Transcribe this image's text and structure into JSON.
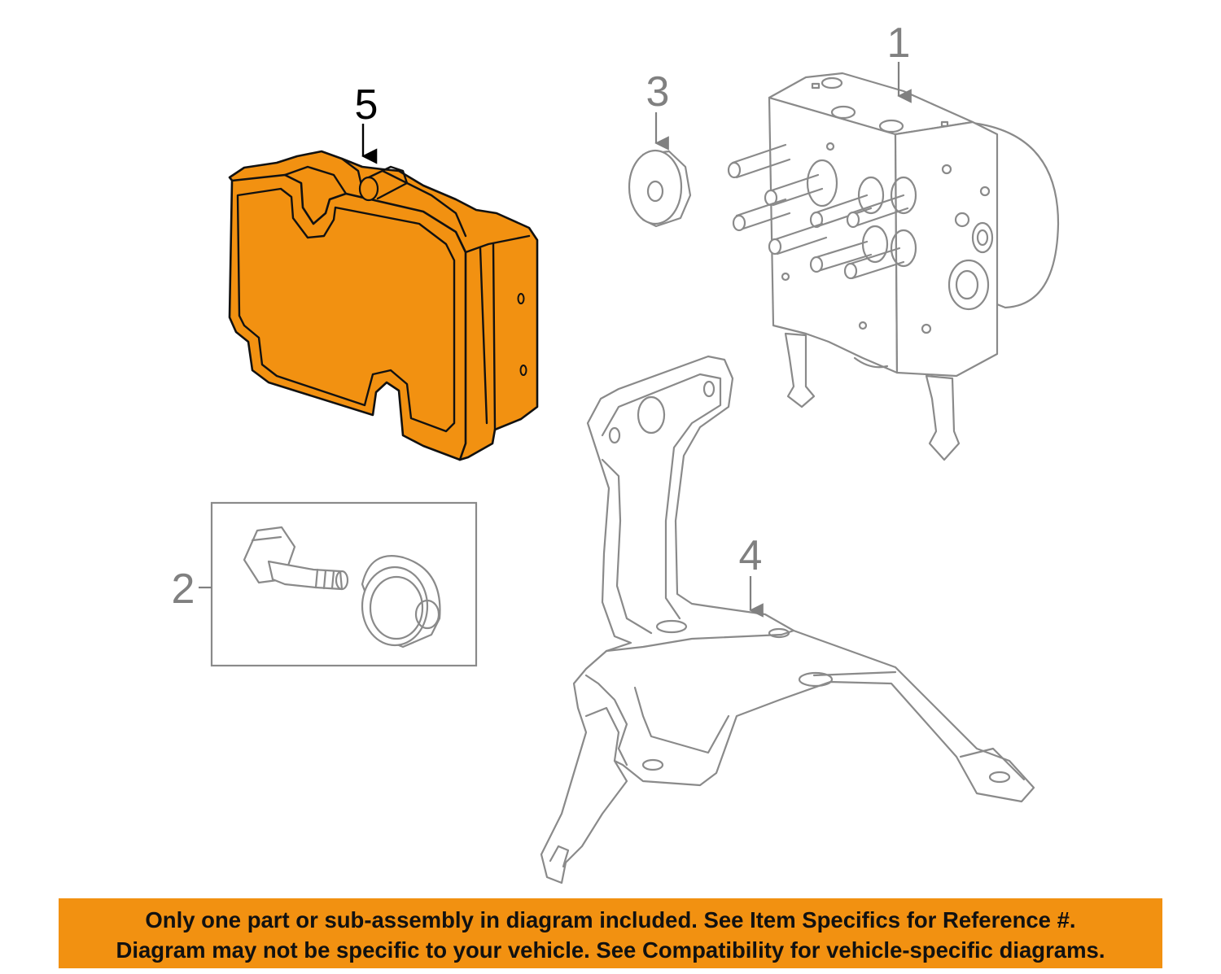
{
  "diagram": {
    "colors": {
      "highlight": "#F29111",
      "line": "#8a8a8a",
      "callout": "#808080"
    },
    "parts": [
      {
        "callout": "1",
        "highlighted": false
      },
      {
        "callout": "2",
        "highlighted": false
      },
      {
        "callout": "3",
        "highlighted": false
      },
      {
        "callout": "4",
        "highlighted": false
      },
      {
        "callout": "5",
        "highlighted": true
      }
    ]
  },
  "disclaimer": {
    "line1": "Only one part or sub-assembly in diagram included. See Item Specifics for Reference #.",
    "line2": "Diagram may not be specific to your vehicle. See Compatibility for vehicle-specific diagrams.",
    "background": "#F29111"
  }
}
